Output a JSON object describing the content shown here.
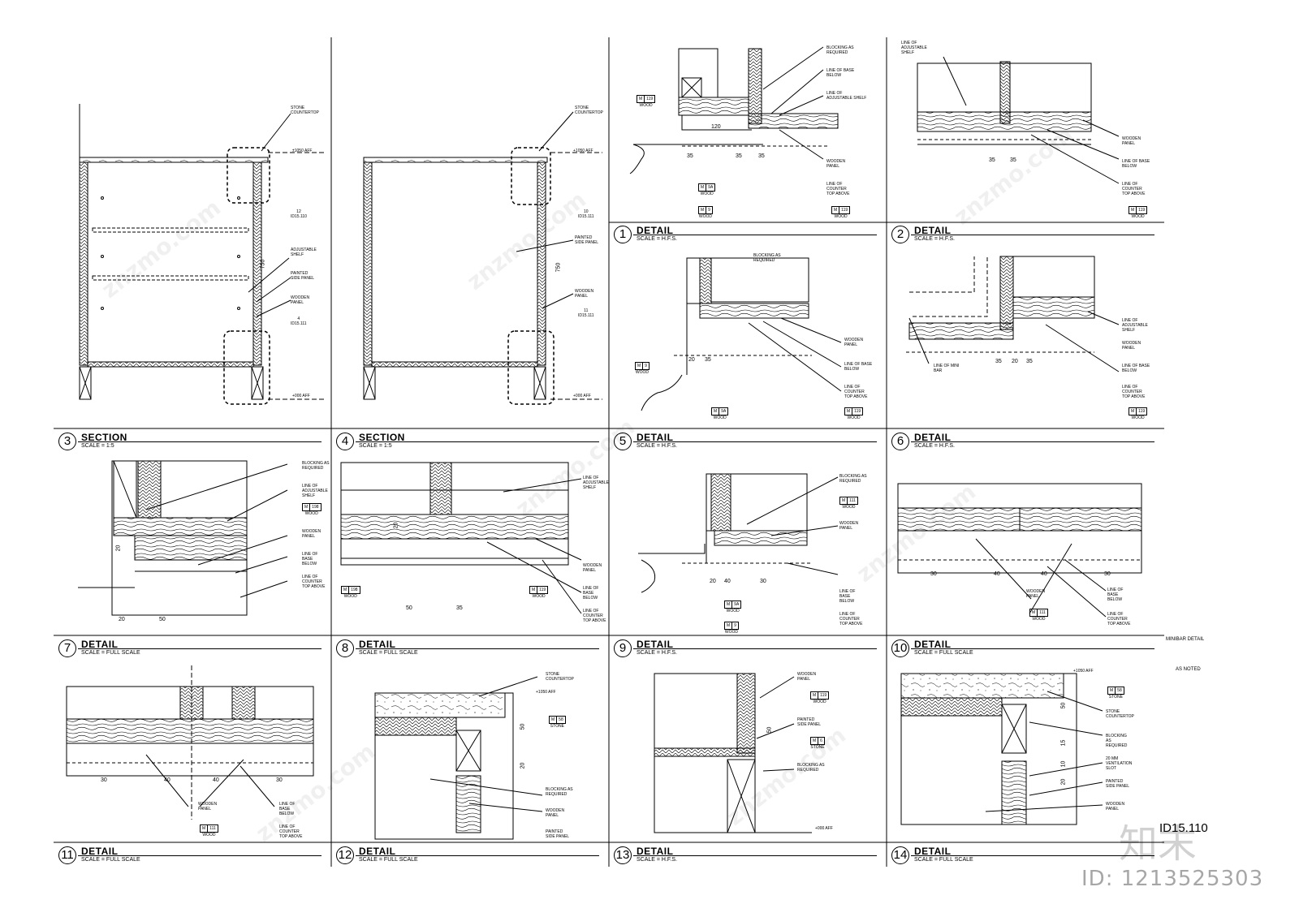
{
  "sheet": {
    "id": "ID15.110",
    "side_title": "MINIBAR DETAIL",
    "side_note": "AS NOTED",
    "watermark_logo": "知末",
    "watermark_id": "ID: 1213525303",
    "watermark_text": "znzmo.com"
  },
  "panels": [
    {
      "num": "1",
      "name": "DETAIL",
      "scale": "SCALE = H.F.S."
    },
    {
      "num": "2",
      "name": "DETAIL",
      "scale": "SCALE = H.F.S."
    },
    {
      "num": "3",
      "name": "SECTION",
      "scale": "SCALE = 1:5"
    },
    {
      "num": "4",
      "name": "SECTION",
      "scale": "SCALE = 1:5"
    },
    {
      "num": "5",
      "name": "DETAIL",
      "scale": "SCALE = H.F.S."
    },
    {
      "num": "6",
      "name": "DETAIL",
      "scale": "SCALE = H.F.S."
    },
    {
      "num": "7",
      "name": "DETAIL",
      "scale": "SCALE = FULL SCALE"
    },
    {
      "num": "8",
      "name": "DETAIL",
      "scale": "SCALE = FULL SCALE"
    },
    {
      "num": "9",
      "name": "DETAIL",
      "scale": "SCALE = H.F.S."
    },
    {
      "num": "10",
      "name": "DETAIL",
      "scale": "SCALE = FULL SCALE"
    },
    {
      "num": "11",
      "name": "DETAIL",
      "scale": "SCALE = FULL SCALE"
    },
    {
      "num": "12",
      "name": "DETAIL",
      "scale": "SCALE = FULL SCALE"
    },
    {
      "num": "13",
      "name": "DETAIL",
      "scale": "SCALE = H.F.S."
    },
    {
      "num": "14",
      "name": "DETAIL",
      "scale": "SCALE = FULL SCALE"
    }
  ],
  "notes": {
    "stone_countertop": "STONE\nCOUNTERTOP",
    "adjustable_shelf": "ADJUSTABLE\nSHELF",
    "painted_side_panel": "PAINTED\nSIDE PANEL",
    "wooden_panel": "WOODEN\nPANEL",
    "blocking": "BLOCKING AS\nREQUIRED",
    "line_base_below": "LINE OF BASE\nBELOW",
    "line_adj_shelf": "LINE OF\nADJUSTABLE SHELF",
    "line_adj_shelf3": "LINE OF\nADJUSTABLE\nSHELF",
    "line_counter_top": "LINE OF\nCOUNTER\nTOP ABOVE",
    "line_base": "LINE OF\nBASE\nBELOW",
    "line_mini_bar": "LINE OF MINI\nBAR",
    "vent_slot": "20 MM\nVENTILATION\nSLOT",
    "blocking3": "BLOCKING\nAS\nREQUIRED"
  },
  "levels": {
    "top": "+1050  AFF",
    "bottom": "+000  AFF",
    "top_pm": "±1050  AFF"
  },
  "tags": {
    "m119": {
      "a": "M",
      "b": "119",
      "c": "WOOD"
    },
    "m9a": {
      "a": "M",
      "b": "9A",
      "c": "WOOD"
    },
    "m9": {
      "a": "M",
      "b": "9",
      "c": "WOOD"
    },
    "m198": {
      "a": "M",
      "b": "198",
      "c": "WOOD"
    },
    "m111": {
      "a": "M",
      "b": "111",
      "c": "WOOD"
    },
    "m58": {
      "a": "M",
      "b": "58",
      "c": "STONE"
    },
    "m6": {
      "a": "M",
      "b": "6",
      "c": "STONE"
    }
  },
  "refs": {
    "r12": {
      "a": "12",
      "b": "ID15.110"
    },
    "r4": {
      "a": "4",
      "b": "ID15.111"
    },
    "r10": {
      "a": "10",
      "b": "ID15.111"
    },
    "r11": {
      "a": "11",
      "b": "ID15.111"
    }
  },
  "dims": {
    "d120": "120",
    "d35": "35",
    "d20": "20",
    "d40": "40",
    "d30": "30",
    "d50": "50",
    "d750": "750",
    "d15": "15",
    "d10": "10"
  }
}
